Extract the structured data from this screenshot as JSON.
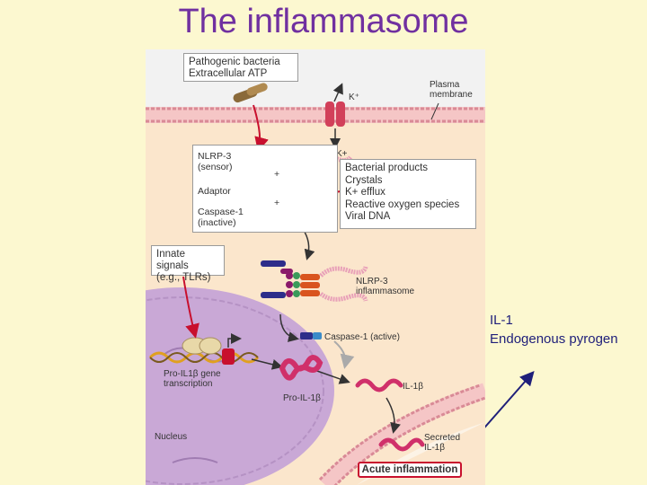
{
  "title": "The inflammasome",
  "side_text": {
    "line1": "IL-1",
    "line2": "Endogenous pyrogen"
  },
  "diagram": {
    "stimuli_box": [
      "Pathogenic bacteria",
      "Extracellular ATP"
    ],
    "k_label": "K⁺",
    "k_label2": "K+",
    "plasma_membrane": [
      "Plasma",
      "membrane"
    ],
    "components_box": {
      "sensor": [
        "NLRP-3",
        "(sensor)"
      ],
      "plus": "+",
      "adaptor": "Adaptor",
      "caspase": [
        "Caspase-1",
        "(inactive)"
      ]
    },
    "products_box": [
      "Bacterial products",
      "Crystals",
      "K+ efflux",
      "Reactive oxygen species",
      "Viral DNA"
    ],
    "innate_box": [
      "Innate signals",
      "(e.g., TLRs)"
    ],
    "inflammasome_label": [
      "NLRP-3",
      "inflammasome"
    ],
    "caspase_active": "Caspase-1 (active)",
    "gene_transcription": [
      "Pro-IL1β gene",
      "transcription"
    ],
    "pro_il1b": "Pro-IL-1β",
    "il1b": "IL-1β",
    "secreted": [
      "Secreted",
      "IL-1β"
    ],
    "nucleus": "Nucleus",
    "acute_inflammation": "Acute inflammation"
  },
  "colors": {
    "title": "#7030a0",
    "background": "#fcf8d0",
    "cytoplasm": "#fbe6cc",
    "membrane": "#e8a0a8",
    "arrow_red": "#c8102e",
    "nucleus": "#c9a8d6"
  }
}
